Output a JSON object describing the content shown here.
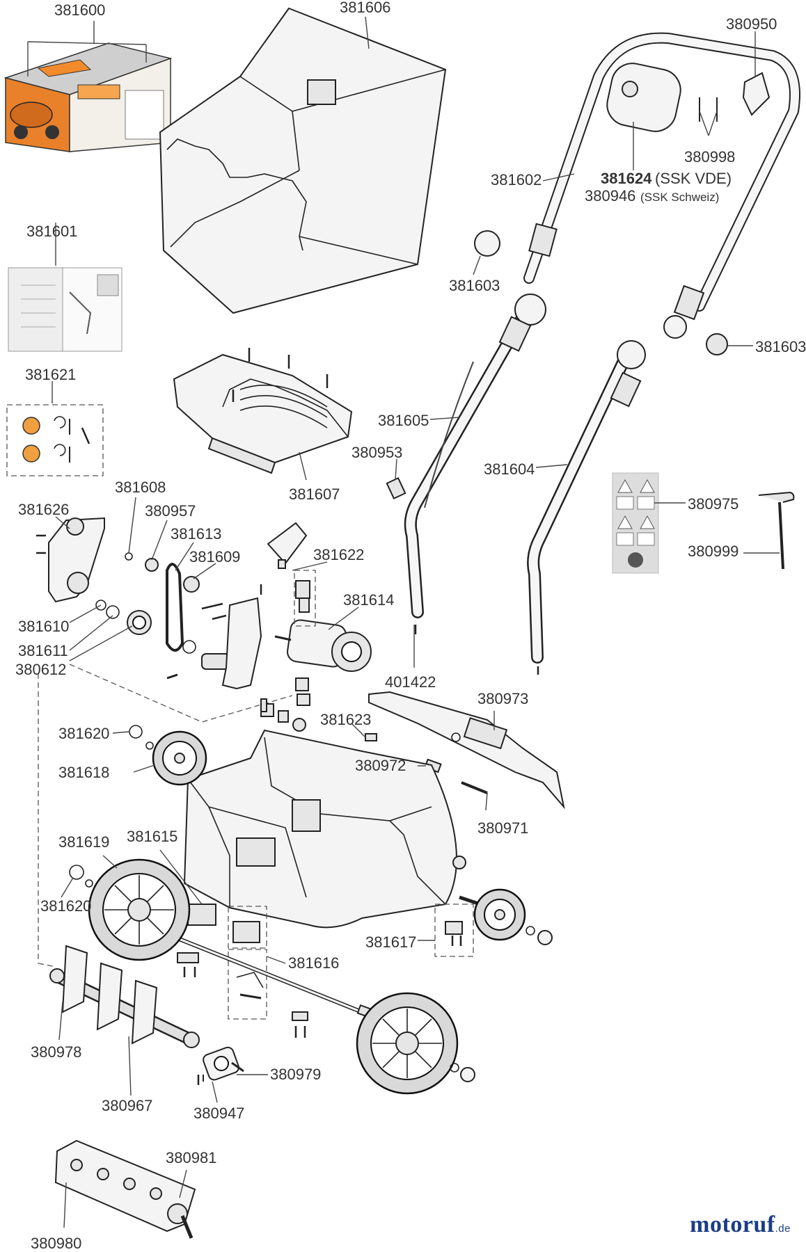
{
  "labels": [
    "381600",
    "381606",
    "380950",
    "380998",
    "381624",
    "(SSK VDE)",
    "380946",
    "(SSK Schweiz)",
    "381602",
    "381603",
    "381601",
    "381603",
    "381621",
    "381605",
    "380953",
    "381604",
    "381607",
    "381608",
    "381626",
    "380957",
    "381613",
    "381609",
    "381622",
    "381614",
    "380975",
    "380999",
    "381610",
    "381611",
    "380612",
    "401422",
    "380973",
    "381623",
    "381620",
    "380972",
    "381618",
    "380971",
    "381619",
    "381615",
    "381620",
    "381617",
    "381616",
    "380978",
    "380979",
    "380967",
    "380947",
    "380981",
    "380980"
  ],
  "brand": {
    "name": "motoruf",
    "tld": ".de",
    "color": "#1b3d84",
    "accent": "#e07b1a"
  },
  "colors": {
    "box_orange": "#e8812a",
    "ink": "#222222"
  }
}
